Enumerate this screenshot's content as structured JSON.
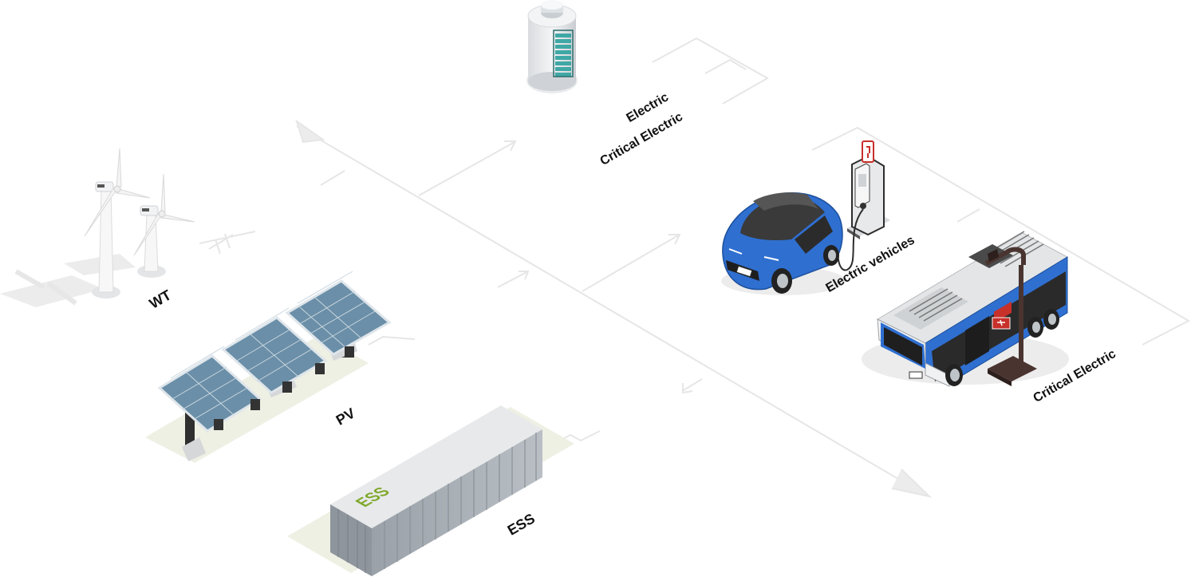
{
  "labels": {
    "wt": "WT",
    "pv": "PV",
    "ess": "ESS",
    "ess_container_mark": "ESS",
    "electric": "Electric",
    "critical_electric_top": "Critical Electric",
    "electric_vehicles": "Electric vehicles",
    "critical_electric_right": "Critical Electric"
  },
  "icons": {
    "wind_turbines": "wind-turbine-icon",
    "solar_panels": "solar-panel-icon",
    "storage_container": "battery-container-icon",
    "battery": "battery-icon",
    "car": "electric-car-icon",
    "charger": "ev-charger-icon",
    "bus": "electric-bus-icon",
    "pantograph": "pantograph-charger-icon"
  },
  "colors": {
    "ess_mark": "#7fa82a",
    "vehicle_blue": "#2f6fd0",
    "battery_teal": "#3fa8a6",
    "solar_cell": "#6b8fa8",
    "flow_line": "#e4e4e4",
    "charger_red": "#c8302a"
  }
}
